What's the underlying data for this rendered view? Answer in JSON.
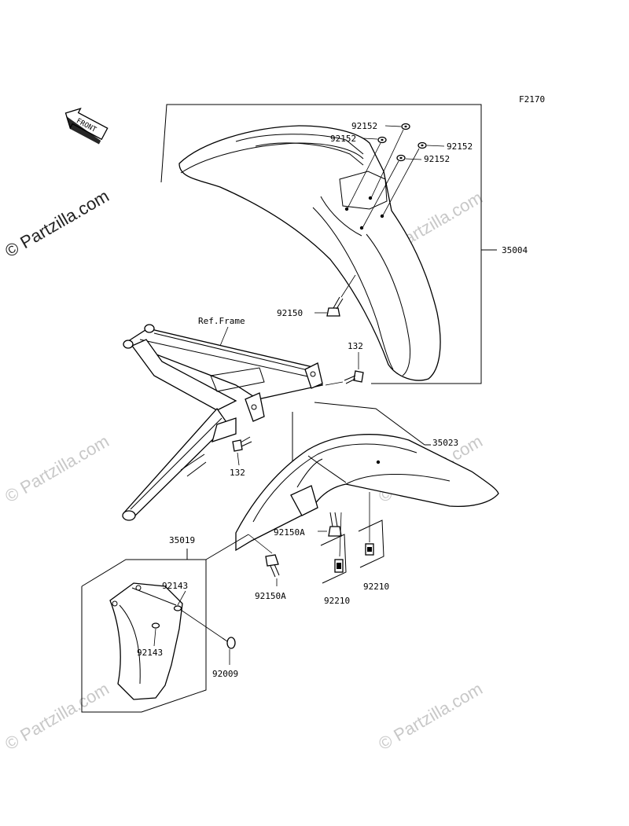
{
  "figure_code": "F2170",
  "front_arrow_text": "FRONT",
  "watermark": "© Partzilla.com",
  "ref_frame": "Ref.Frame",
  "parts": {
    "front_fender": "35004",
    "rear_fender": "35023",
    "mud_flap": "35019",
    "washer_a": "92152",
    "washer_b": "92152",
    "washer_c": "92152",
    "washer_d": "92152",
    "front_bolt": "92150",
    "frame_bolt_upper": "132",
    "frame_bolt_lower": "132",
    "rear_bolt_a": "92150A",
    "rear_bolt_b": "92150A",
    "clip_left": "92210",
    "clip_right": "92210",
    "flap_washer_top": "92143",
    "flap_washer_bottom": "92143",
    "flap_screw": "92009"
  }
}
